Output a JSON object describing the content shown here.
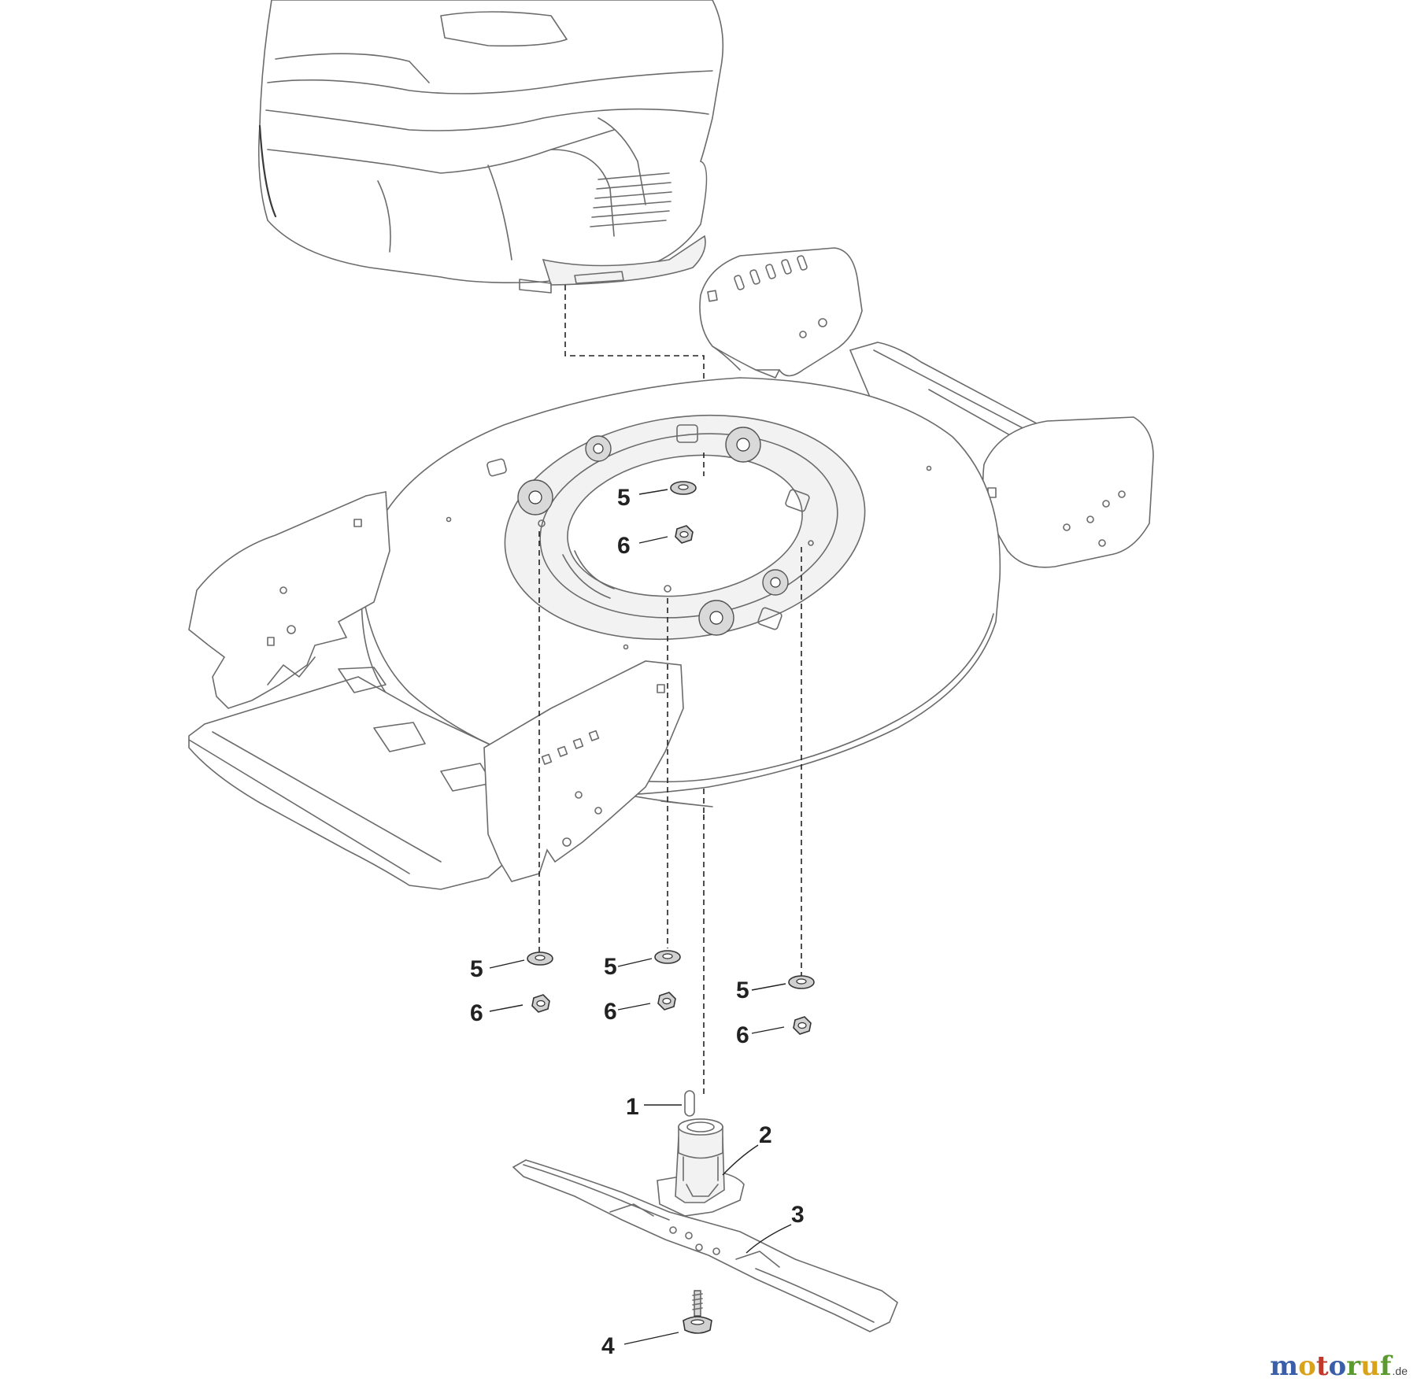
{
  "callouts": [
    {
      "id": "washer-5-top",
      "label": "5"
    },
    {
      "id": "nut-6-top",
      "label": "6"
    },
    {
      "id": "washer-5-left",
      "label": "5"
    },
    {
      "id": "washer-5-mid",
      "label": "5"
    },
    {
      "id": "washer-5-right",
      "label": "5"
    },
    {
      "id": "nut-6-left",
      "label": "6"
    },
    {
      "id": "nut-6-mid",
      "label": "6"
    },
    {
      "id": "nut-6-right",
      "label": "6"
    },
    {
      "id": "key-1",
      "label": "1"
    },
    {
      "id": "adapter-2",
      "label": "2"
    },
    {
      "id": "blade-3",
      "label": "3"
    },
    {
      "id": "bolt-4",
      "label": "4"
    }
  ],
  "watermark": {
    "letters": [
      "m",
      "o",
      "t",
      "o",
      "r",
      "u",
      "f"
    ],
    "letter_colors": [
      "#3a5fa8",
      "#d9a21b",
      "#c0392b",
      "#3a5fa8",
      "#5a9a2f",
      "#d9a21b",
      "#5a9a2f"
    ],
    "tld": ".de"
  }
}
